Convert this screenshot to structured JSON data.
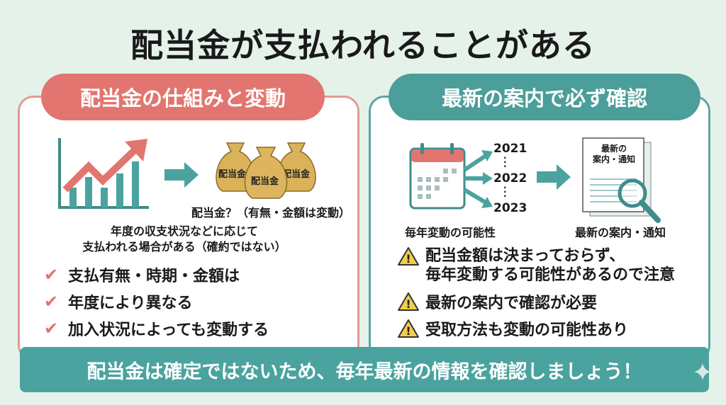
{
  "title": "配当金が支払われることがある",
  "left_panel": {
    "header": "配当金の仕組みと変動",
    "bag_label": "配当金",
    "bags_caption": "配当金？（有無・金額は変動）",
    "description_lines": [
      "年度の収支状況などに応じて",
      "支払われる場合がある（確約ではない）"
    ],
    "checklist": [
      "支払有無・時期・金額は",
      "年度により異なる",
      "加入状況によっても変動する"
    ]
  },
  "right_panel": {
    "header": "最新の案内で必ず確認",
    "years": [
      "2021",
      "2022",
      "2023"
    ],
    "calendar_caption": "毎年変動の可能性",
    "document_title_lines": [
      "最新の",
      "案内・通知"
    ],
    "document_caption": "最新の案内・通知",
    "warnings": [
      [
        "配当金額は決まっておらず、",
        "毎年変動する可能性があるので注意"
      ],
      [
        "最新の案内で確認が必要"
      ],
      [
        "受取方法も変動の可能性あり"
      ]
    ]
  },
  "banner": "配当金は確定ではないため、毎年最新の情報を確認しましょう！",
  "colors": {
    "pink": "#e2756f",
    "teal": "#4b9e9a",
    "gold": "#d9b25a",
    "background": "#e5f2ea"
  }
}
